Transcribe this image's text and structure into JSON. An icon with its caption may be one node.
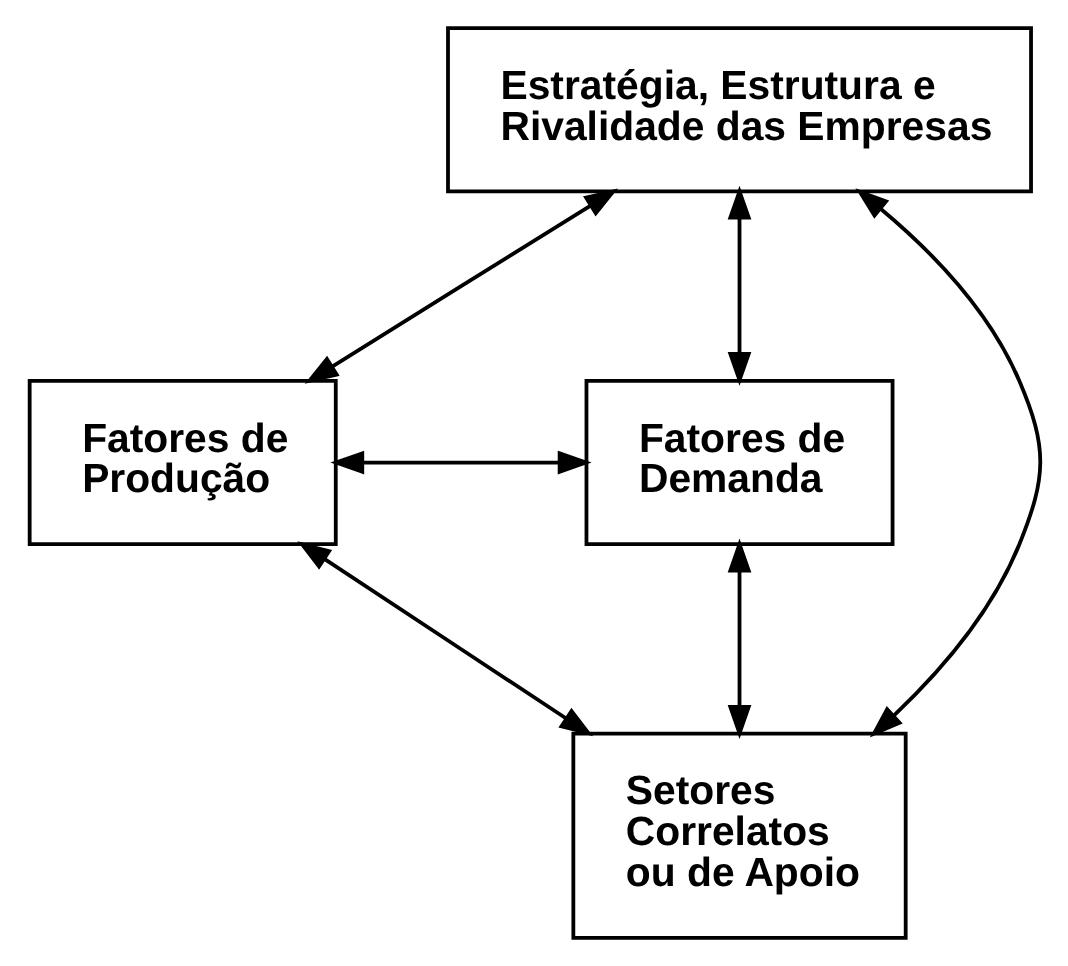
{
  "diagram": {
    "nodes": [
      {
        "text": [
          "Estratégia, Estrutura e Rivalidade das Empresas"
        ]
      },
      {
        "text": [
          "Fatores de Produção"
        ]
      },
      {
        "text": [
          "Fatores de Demanda"
        ]
      },
      {
        "text": [
          "Setores Correlatos ou de Apoio"
        ]
      }
    ],
    "edges": [
      {
        "from": 0,
        "to": 1,
        "arrow": "both"
      },
      {
        "from": 0,
        "to": 2,
        "arrow": "both"
      },
      {
        "from": 1,
        "to": 3,
        "arrow": "both"
      },
      {
        "from": 2,
        "to": 3,
        "arrow": "both"
      },
      {
        "from": 1,
        "to": 2,
        "arrow": "both"
      },
      {
        "from": 0,
        "to": 3,
        "arrow": "both"
      }
    ]
  }
}
